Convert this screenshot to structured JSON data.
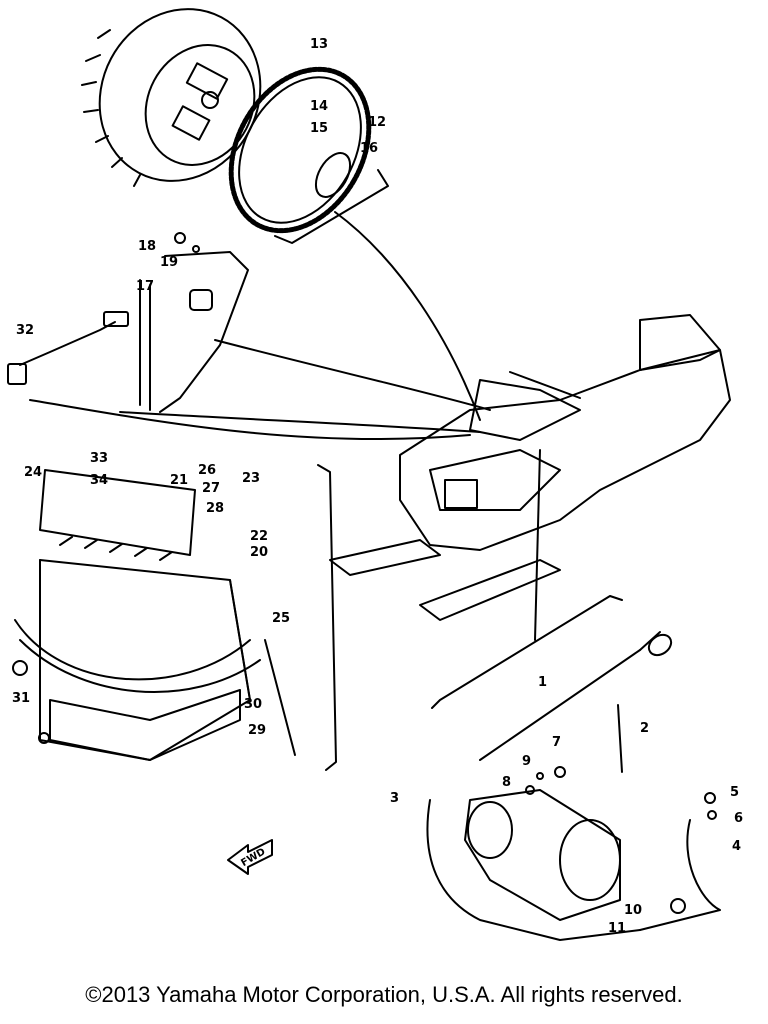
{
  "part_labels": [
    "1",
    "2",
    "3",
    "4",
    "5",
    "6",
    "7",
    "8",
    "9",
    "10",
    "11",
    "12",
    "13",
    "14",
    "15",
    "16",
    "17",
    "18",
    "19",
    "20",
    "21",
    "22",
    "23",
    "24",
    "25",
    "26",
    "27",
    "28",
    "29",
    "30",
    "31",
    "32",
    "33",
    "34"
  ],
  "fwd_label": "FWD",
  "copyright": "©2013 Yamaha Motor Corporation, U.S.A. All rights reserved."
}
